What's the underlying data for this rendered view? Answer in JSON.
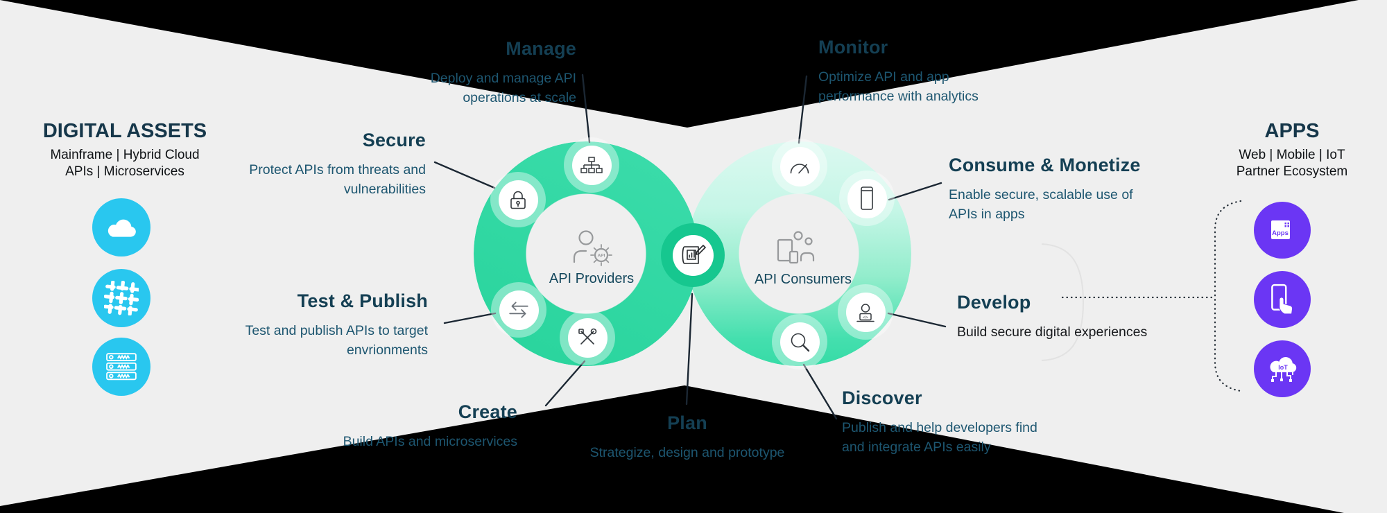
{
  "colors": {
    "background": "#EFEFEF",
    "fold_black": "#000000",
    "heading_text": "#143F53",
    "body_text": "#1D5670",
    "left_ring_green": "#2DD8A3",
    "right_ring_light": "#D9F8EF",
    "right_ring_dark": "#36DBA6",
    "plan_node_green": "#16C78F",
    "digital_assets_icon": "#29C7EF",
    "apps_icon": "#6B36F4",
    "callout_line": "#1B2733"
  },
  "digital_assets": {
    "title": "DIGITAL ASSETS",
    "subtitle_lines": [
      "Mainframe | Hybrid Cloud",
      "APIs | Microservices"
    ],
    "icons": [
      {
        "name": "cloud-icon"
      },
      {
        "name": "mesh-weave-icon"
      },
      {
        "name": "server-stack-icon"
      }
    ]
  },
  "apps": {
    "title": "APPS",
    "subtitle_lines": [
      "Web | Mobile | IoT",
      "Partner Ecosystem"
    ],
    "icons": [
      {
        "name": "apps-window-icon",
        "label": "Apps"
      },
      {
        "name": "mobile-touch-icon"
      },
      {
        "name": "iot-cloud-icon",
        "label": "IoT"
      }
    ]
  },
  "loop": {
    "providers_label": "API Providers",
    "consumers_label": "API Consumers",
    "gear_label": "API",
    "laptop_code": "</>"
  },
  "stages": [
    {
      "id": "manage",
      "title": "Manage",
      "lines": [
        "Deploy and manage API",
        "operations at scale"
      ]
    },
    {
      "id": "monitor",
      "title": "Monitor",
      "lines": [
        "Optimize API and app",
        "performance with analytics"
      ]
    },
    {
      "id": "secure",
      "title": "Secure",
      "lines": [
        "Protect APIs from threats and",
        "vulnerabilities"
      ]
    },
    {
      "id": "consume",
      "title": "Consume & Monetize",
      "lines": [
        "Enable secure, scalable use of",
        "APIs in apps"
      ]
    },
    {
      "id": "test",
      "title": "Test & Publish",
      "lines": [
        "Test and publish APIs to target",
        "envrionments"
      ]
    },
    {
      "id": "develop",
      "title": "Develop",
      "lines": [
        "Build secure digital experiences"
      ]
    },
    {
      "id": "create",
      "title": "Create",
      "lines": [
        "Build APIs and microservices"
      ]
    },
    {
      "id": "plan",
      "title": "Plan",
      "lines": [
        "Strategize, design and prototype"
      ]
    },
    {
      "id": "discover",
      "title": "Discover",
      "lines": [
        "Publish and help developers find",
        "and integrate APIs easily"
      ]
    }
  ]
}
